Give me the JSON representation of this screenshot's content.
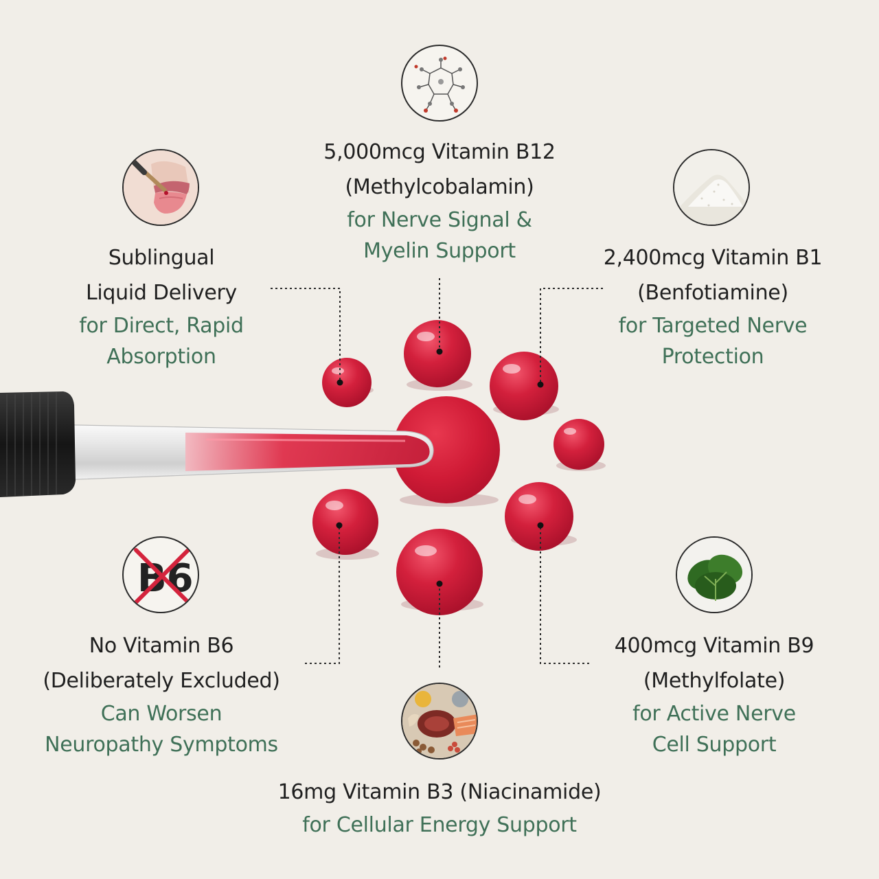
{
  "features": {
    "b12": {
      "line1": "5,000mcg Vitamin B12",
      "line2": "(Methylcobalamin)",
      "green1": "for Nerve Signal &",
      "green2": "Myelin Support",
      "icon": "molecule-icon"
    },
    "sublingual": {
      "line1": "Sublingual",
      "line2": "Liquid Delivery",
      "green1": "for Direct, Rapid",
      "green2": "Absorption",
      "icon": "mouth-dropper-icon"
    },
    "b1": {
      "line1": "2,400mcg Vitamin B1",
      "line2": "(Benfotiamine)",
      "green1": "for Targeted Nerve",
      "green2": "Protection",
      "icon": "powder-icon"
    },
    "b6": {
      "line1": "No Vitamin B6",
      "line2": "(Deliberately Excluded)",
      "green1": "Can Worsen",
      "green2": "Neuropathy Symptoms",
      "icon": "no-b6-icon",
      "icon_text": "B6"
    },
    "b9": {
      "line1": "400mcg Vitamin B9",
      "line2": "(Methylfolate)",
      "green1": "for Active Nerve",
      "green2": "Cell Support",
      "icon": "spinach-icon"
    },
    "b3": {
      "line1": "16mg Vitamin B3 (Niacinamide)",
      "green1": "for Cellular Energy Support",
      "icon": "food-icon"
    }
  },
  "colors": {
    "background": "#f1eee8",
    "text": "#1f1f1f",
    "accent_green": "#3f7057",
    "droplet_red": "#d3203c"
  }
}
